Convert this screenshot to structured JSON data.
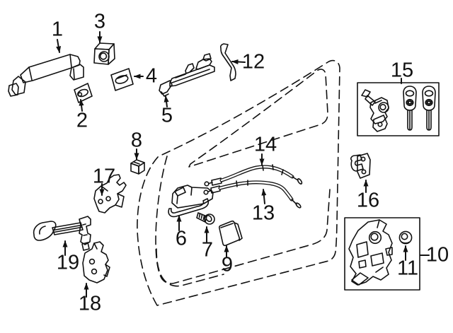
{
  "diagram": {
    "kind": "exploded-parts-line-drawing",
    "subject": "front-door lock and hardware",
    "colors": {
      "line": "#111111",
      "background": "#ffffff"
    },
    "callouts": [
      {
        "label": "1",
        "part": "exterior-door-handle"
      },
      {
        "label": "2",
        "part": "handle-cover-plate"
      },
      {
        "label": "3",
        "part": "lock-cylinder-cap"
      },
      {
        "label": "4",
        "part": "handle-bezel-pad"
      },
      {
        "label": "5",
        "part": "handle-frame-bracket"
      },
      {
        "label": "6",
        "part": "interior-handle"
      },
      {
        "label": "7",
        "part": "mounting-screw"
      },
      {
        "label": "8",
        "part": "clip"
      },
      {
        "label": "9",
        "part": "cover-plate"
      },
      {
        "label": "10",
        "part": "door-lock-actuator-kit"
      },
      {
        "label": "11",
        "part": "grommet"
      },
      {
        "label": "12",
        "part": "lock-rod"
      },
      {
        "label": "13",
        "part": "lock-control-cable"
      },
      {
        "label": "14",
        "part": "release-control-cable"
      },
      {
        "label": "15",
        "part": "lock-cylinder-and-keys-kit"
      },
      {
        "label": "16",
        "part": "striker-plate"
      },
      {
        "label": "17",
        "part": "upper-hinge-bracket"
      },
      {
        "label": "18",
        "part": "lower-hinge"
      },
      {
        "label": "19",
        "part": "door-check-strap"
      }
    ]
  }
}
